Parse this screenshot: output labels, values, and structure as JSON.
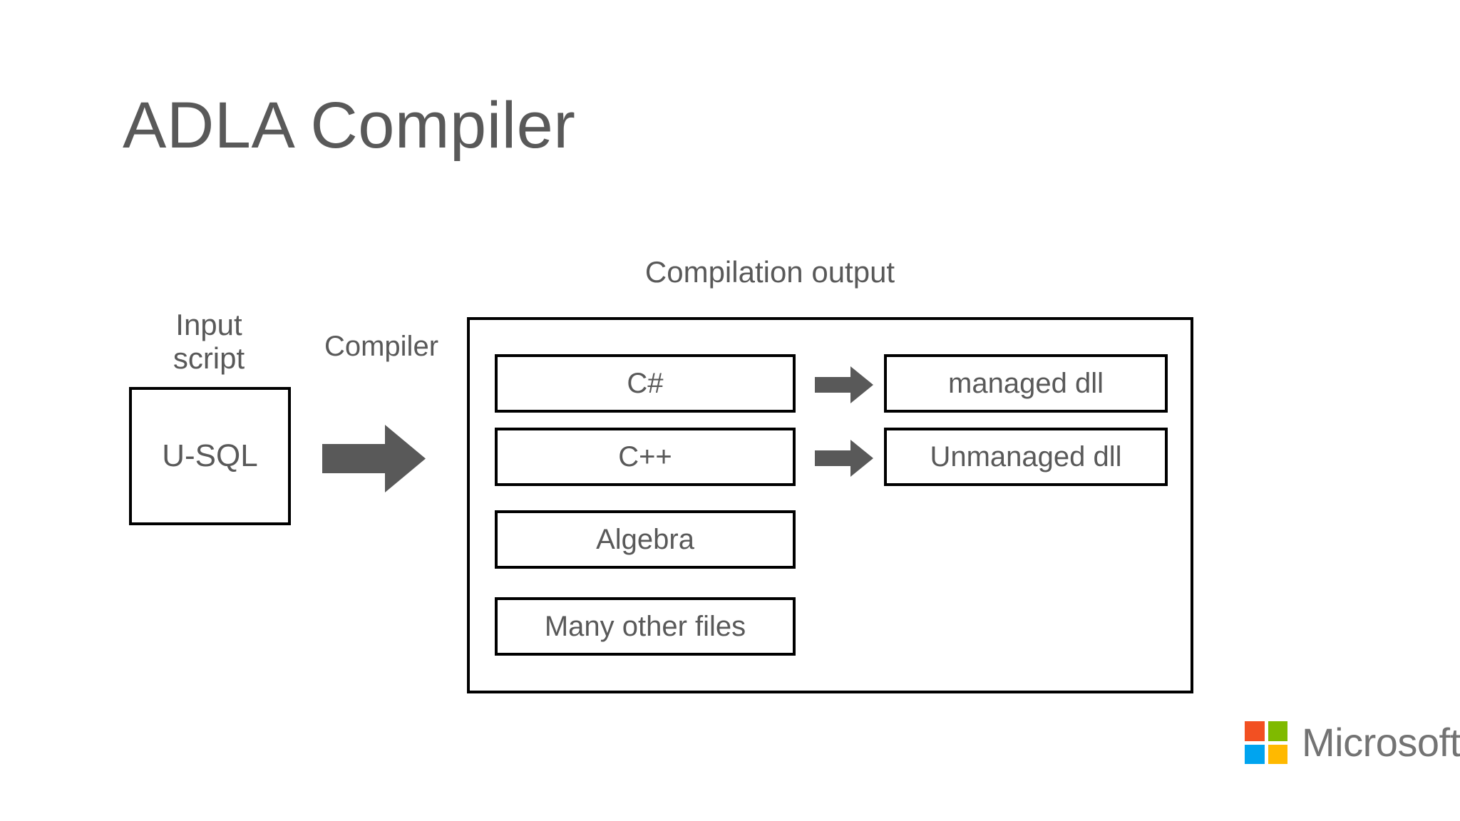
{
  "slide": {
    "title": "ADLA Compiler",
    "background_color": "#FFFFFF",
    "text_color": "#595959",
    "border_color": "#000000",
    "arrow_color": "#595959"
  },
  "input": {
    "label": "Input\nscript",
    "box_text": "U-SQL"
  },
  "compiler": {
    "label": "Compiler",
    "arrow_icon": "block-arrow-right-icon"
  },
  "output": {
    "label": "Compilation output",
    "left_items": [
      {
        "text": "C#"
      },
      {
        "text": "C++"
      },
      {
        "text": "Algebra"
      },
      {
        "text": "Many other files"
      }
    ],
    "right_items": [
      {
        "text": "managed dll"
      },
      {
        "text": "Unmanaged dll"
      }
    ],
    "arrow_icon": "block-arrow-right-icon"
  },
  "branding": {
    "wordmark": "Microsoft",
    "wordmark_color": "#737373",
    "squares": [
      {
        "name": "red",
        "color": "#F25022"
      },
      {
        "name": "green",
        "color": "#7FBA00"
      },
      {
        "name": "blue",
        "color": "#00A4EF"
      },
      {
        "name": "yellow",
        "color": "#FFB900"
      }
    ]
  }
}
